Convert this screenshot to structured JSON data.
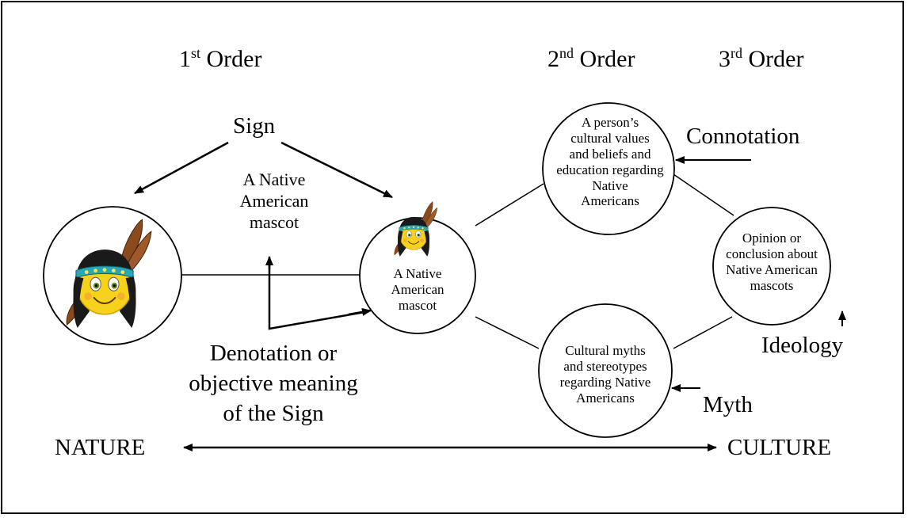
{
  "headers": {
    "first": {
      "num": "1",
      "sup": "st",
      "word": " Order"
    },
    "second": {
      "num": "2",
      "sup": "nd",
      "word": " Order"
    },
    "third": {
      "num": "3",
      "sup": "rd",
      "word": " Order"
    }
  },
  "labels": {
    "sign": "Sign",
    "connotation": "Connotation",
    "ideology": "Ideology",
    "myth": "Myth",
    "nature": "NATURE",
    "culture": "CULTURE"
  },
  "signifier_text": [
    "A Native",
    "American",
    "mascot"
  ],
  "denotation_text": [
    "Denotation or",
    "objective meaning",
    "of the Sign"
  ],
  "nodes": {
    "mascot": [
      "A Native",
      "American",
      "mascot"
    ],
    "connotation": [
      "A person’s",
      "cultural values",
      "and beliefs and",
      "education regarding",
      "Native",
      "Americans"
    ],
    "myth": [
      "Cultural myths",
      "and stereotypes",
      "regarding Native",
      "Americans"
    ],
    "ideology": [
      "Opinion or",
      "conclusion about",
      "Native American",
      "mascots"
    ]
  },
  "icons": [
    "native-american-mascot-emoji-icon"
  ],
  "colors": {
    "emoji_face": "#f7d21c",
    "headband": "#2aa7b5",
    "hair": "#1a1a1a",
    "feather": "#8b4a1c"
  }
}
